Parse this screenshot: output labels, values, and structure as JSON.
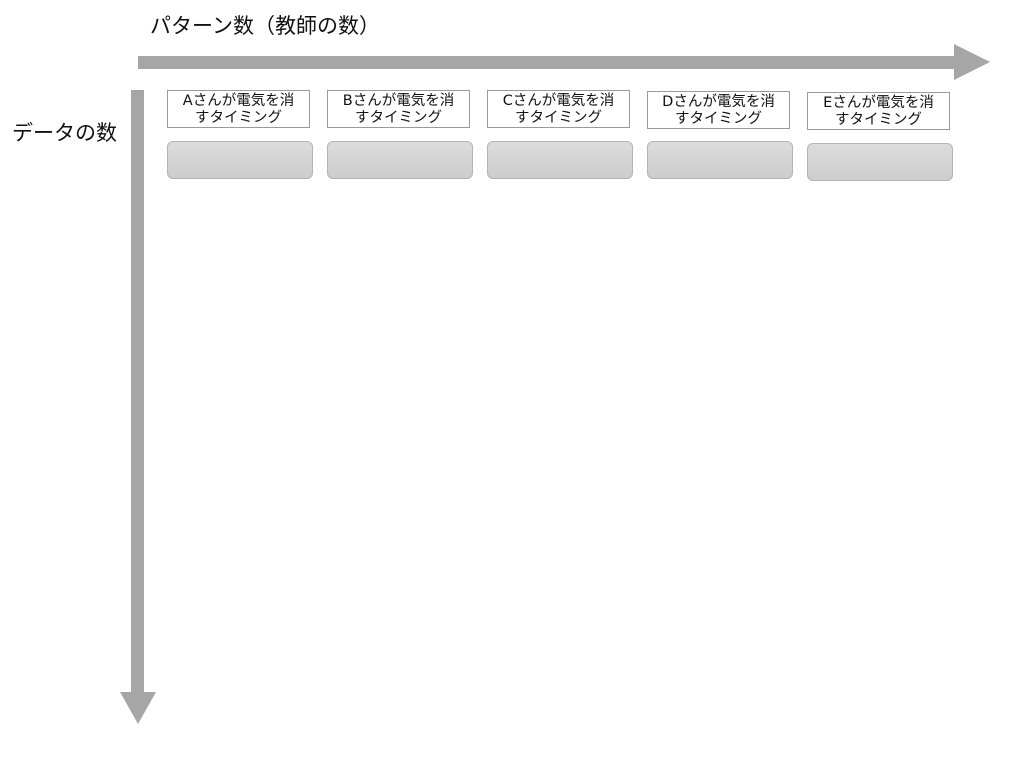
{
  "x_axis": {
    "title": "パターン数（教師の数）",
    "color": "#a6a6a6"
  },
  "y_axis": {
    "title": "データの数",
    "color": "#a6a6a6"
  },
  "patterns": [
    {
      "line1": "Aさんが電気を消",
      "line2": "すタイミング"
    },
    {
      "line1": "Bさんが電気を消",
      "line2": "すタイミング"
    },
    {
      "line1": "Cさんが電気を消",
      "line2": "すタイミング"
    },
    {
      "line1": "Dさんが電気を消",
      "line2": "すタイミング"
    },
    {
      "line1": "Eさんが電気を消",
      "line2": "すタイミング"
    }
  ]
}
